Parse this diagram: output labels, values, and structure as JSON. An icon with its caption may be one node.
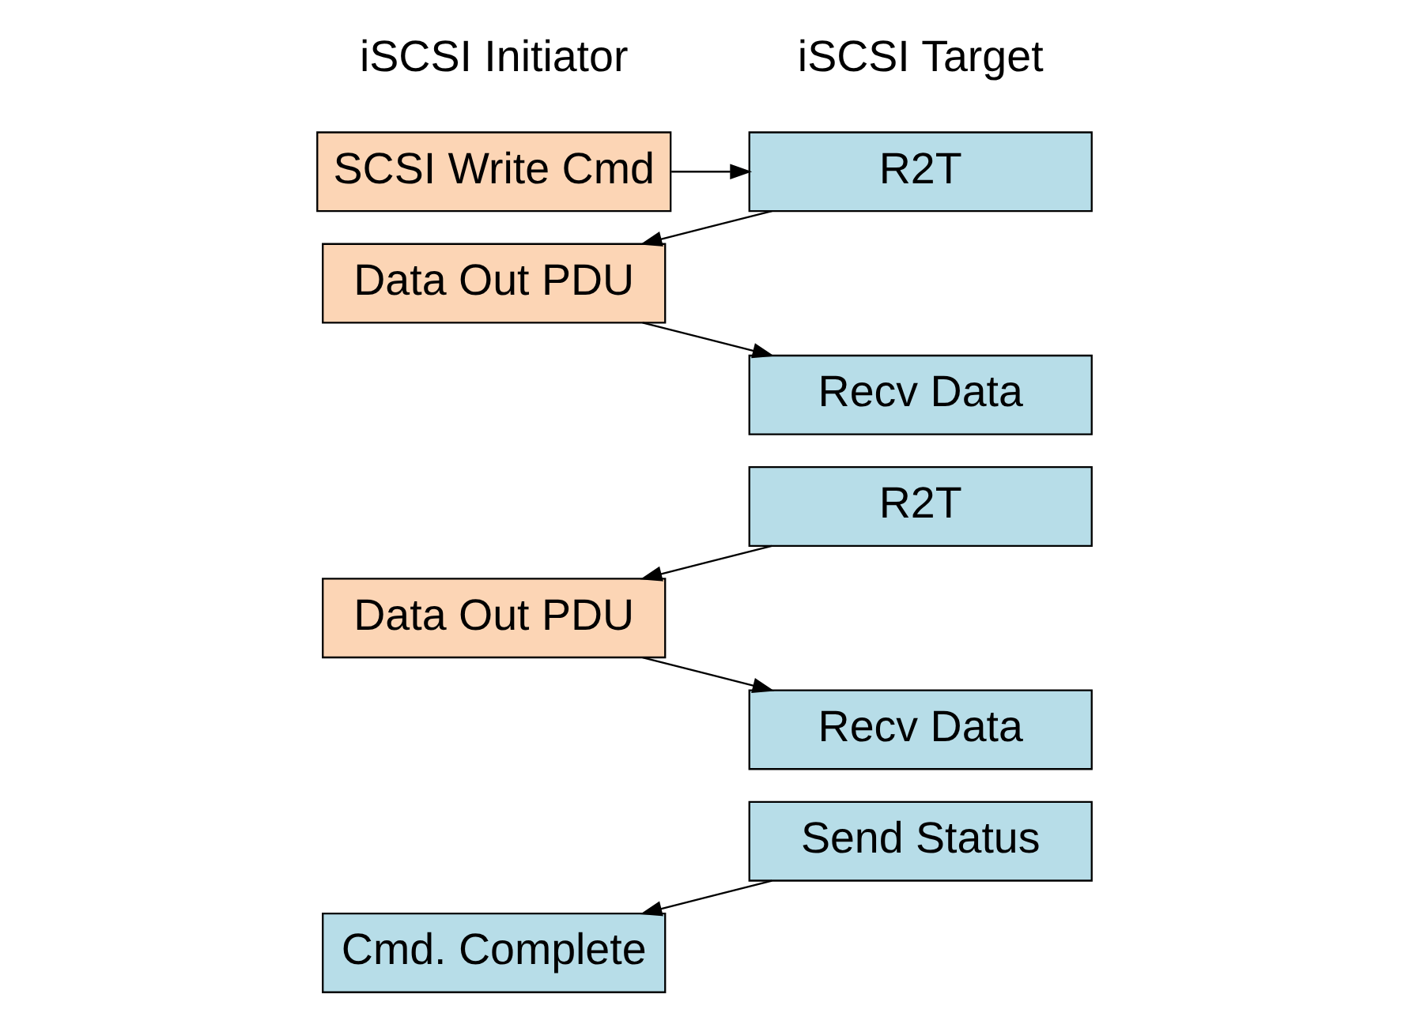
{
  "diagram": {
    "nodes": [
      {
        "text": [
          "SCSI Write Cmd"
        ]
      },
      {
        "text": [
          "R2T"
        ]
      },
      {
        "text": [
          "Data Out PDU"
        ]
      },
      {
        "text": [
          "Recv Data"
        ]
      },
      {
        "text": [
          "R2T"
        ]
      },
      {
        "text": [
          "Data Out PDU"
        ]
      },
      {
        "text": [
          "Recv Data"
        ]
      },
      {
        "text": [
          "Send Status"
        ]
      },
      {
        "text": [
          "Cmd. Complete"
        ]
      }
    ],
    "edges": [
      {
        "from": 0,
        "to": 1,
        "arrow": "to"
      },
      {
        "from": 1,
        "to": 2,
        "arrow": "to"
      },
      {
        "from": 2,
        "to": 3,
        "arrow": "to"
      },
      {
        "from": 4,
        "to": 5,
        "arrow": "to"
      },
      {
        "from": 5,
        "to": 6,
        "arrow": "to"
      },
      {
        "from": 7,
        "to": 8,
        "arrow": "to"
      }
    ],
    "labels": [
      "iSCSI Initiator",
      "iSCSI Target"
    ]
  }
}
